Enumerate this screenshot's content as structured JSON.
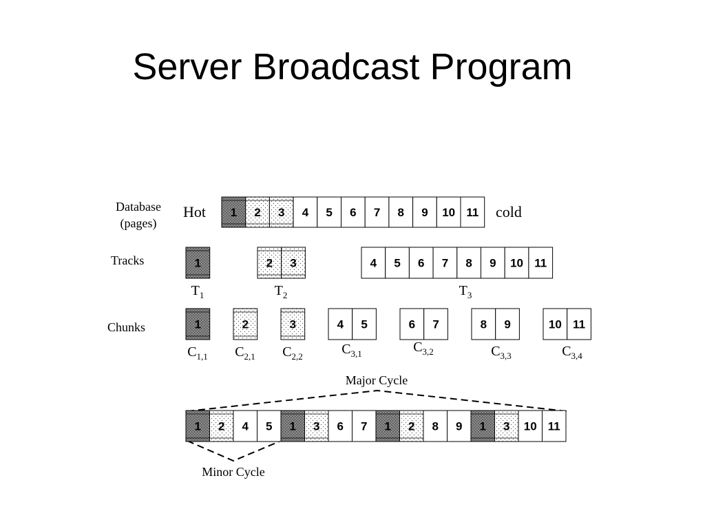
{
  "title": "Server Broadcast Program",
  "labels": {
    "database_line1": "Database",
    "database_line2": "(pages)",
    "hot": "Hot",
    "cold": "cold",
    "tracks": "Tracks",
    "chunks": "Chunks",
    "major_cycle": "Major Cycle",
    "minor_cycle": "Minor Cycle"
  },
  "fill_colors": {
    "hot": "#8a8a8a",
    "warm": "#eeeeee",
    "cold": "#ffffff"
  },
  "database_pages": [
    {
      "label": "1",
      "heat": "hot"
    },
    {
      "label": "2",
      "heat": "warm"
    },
    {
      "label": "3",
      "heat": "warm"
    },
    {
      "label": "4",
      "heat": "cold"
    },
    {
      "label": "5",
      "heat": "cold"
    },
    {
      "label": "6",
      "heat": "cold"
    },
    {
      "label": "7",
      "heat": "cold"
    },
    {
      "label": "8",
      "heat": "cold"
    },
    {
      "label": "9",
      "heat": "cold"
    },
    {
      "label": "10",
      "heat": "cold"
    },
    {
      "label": "11",
      "heat": "cold"
    }
  ],
  "tracks": [
    {
      "name": "T",
      "sub": "1",
      "pages": [
        "1"
      ],
      "heat": "hot"
    },
    {
      "name": "T",
      "sub": "2",
      "pages": [
        "2",
        "3"
      ],
      "heat": "warm"
    },
    {
      "name": "T",
      "sub": "3",
      "pages": [
        "4",
        "5",
        "6",
        "7",
        "8",
        "9",
        "10",
        "11"
      ],
      "heat": "cold"
    }
  ],
  "chunks": [
    {
      "name": "C",
      "sub": "1,1",
      "pages": [
        "1"
      ],
      "heat": "hot"
    },
    {
      "name": "C",
      "sub": "2,1",
      "pages": [
        "2"
      ],
      "heat": "warm"
    },
    {
      "name": "C",
      "sub": "2,2",
      "pages": [
        "3"
      ],
      "heat": "warm"
    },
    {
      "name": "C",
      "sub": "3,1",
      "pages": [
        "4",
        "5"
      ],
      "heat": "cold"
    },
    {
      "name": "C",
      "sub": "3,2",
      "pages": [
        "6",
        "7"
      ],
      "heat": "cold"
    },
    {
      "name": "C",
      "sub": "3,3",
      "pages": [
        "8",
        "9"
      ],
      "heat": "cold"
    },
    {
      "name": "C",
      "sub": "3,4",
      "pages": [
        "10",
        "11"
      ],
      "heat": "cold"
    }
  ],
  "broadcast_sequence": [
    {
      "label": "1",
      "heat": "hot"
    },
    {
      "label": "2",
      "heat": "warm"
    },
    {
      "label": "4",
      "heat": "cold"
    },
    {
      "label": "5",
      "heat": "cold"
    },
    {
      "label": "1",
      "heat": "hot"
    },
    {
      "label": "3",
      "heat": "warm"
    },
    {
      "label": "6",
      "heat": "cold"
    },
    {
      "label": "7",
      "heat": "cold"
    },
    {
      "label": "1",
      "heat": "hot"
    },
    {
      "label": "2",
      "heat": "warm"
    },
    {
      "label": "8",
      "heat": "cold"
    },
    {
      "label": "9",
      "heat": "cold"
    },
    {
      "label": "1",
      "heat": "hot"
    },
    {
      "label": "3",
      "heat": "warm"
    },
    {
      "label": "10",
      "heat": "cold"
    },
    {
      "label": "11",
      "heat": "cold"
    }
  ]
}
